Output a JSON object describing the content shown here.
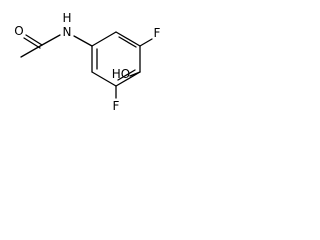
{
  "molecule": {
    "atoms": [
      {
        "id": "oxygen-carbonyl",
        "label": "O"
      },
      {
        "id": "nitrogen-amide",
        "label": "N"
      },
      {
        "id": "hydrogen-amide",
        "label": "H"
      },
      {
        "id": "fluorine-top",
        "label": "F"
      },
      {
        "id": "hydroxyl-oxygen",
        "label": "HO"
      },
      {
        "id": "fluorine-bottom",
        "label": "F"
      }
    ]
  }
}
